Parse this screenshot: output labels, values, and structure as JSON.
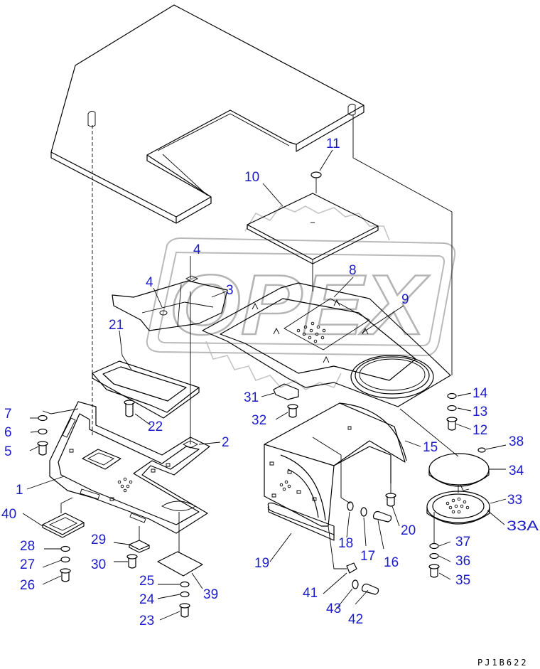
{
  "watermark": "OPEX",
  "drawing_code": "PJ1B622",
  "callouts": [
    {
      "id": "c1",
      "label": "1"
    },
    {
      "id": "c2",
      "label": "2"
    },
    {
      "id": "c3",
      "label": "3"
    },
    {
      "id": "c4a",
      "label": "4"
    },
    {
      "id": "c4b",
      "label": "4"
    },
    {
      "id": "c5",
      "label": "5"
    },
    {
      "id": "c6",
      "label": "6"
    },
    {
      "id": "c7",
      "label": "7"
    },
    {
      "id": "c8",
      "label": "8"
    },
    {
      "id": "c9",
      "label": "9"
    },
    {
      "id": "c10",
      "label": "10"
    },
    {
      "id": "c11",
      "label": "11"
    },
    {
      "id": "c12",
      "label": "12"
    },
    {
      "id": "c13",
      "label": "13"
    },
    {
      "id": "c14",
      "label": "14"
    },
    {
      "id": "c15",
      "label": "15"
    },
    {
      "id": "c16",
      "label": "16"
    },
    {
      "id": "c17",
      "label": "17"
    },
    {
      "id": "c18",
      "label": "18"
    },
    {
      "id": "c19",
      "label": "19"
    },
    {
      "id": "c20",
      "label": "20"
    },
    {
      "id": "c21",
      "label": "21"
    },
    {
      "id": "c22",
      "label": "22"
    },
    {
      "id": "c23",
      "label": "23"
    },
    {
      "id": "c24",
      "label": "24"
    },
    {
      "id": "c25",
      "label": "25"
    },
    {
      "id": "c26",
      "label": "26"
    },
    {
      "id": "c27",
      "label": "27"
    },
    {
      "id": "c28",
      "label": "28"
    },
    {
      "id": "c29",
      "label": "29"
    },
    {
      "id": "c30",
      "label": "30"
    },
    {
      "id": "c31",
      "label": "31"
    },
    {
      "id": "c32",
      "label": "32"
    },
    {
      "id": "c33",
      "label": "33"
    },
    {
      "id": "c33a",
      "label": "33A"
    },
    {
      "id": "c34",
      "label": "34"
    },
    {
      "id": "c35",
      "label": "35"
    },
    {
      "id": "c36",
      "label": "36"
    },
    {
      "id": "c37",
      "label": "37"
    },
    {
      "id": "c38",
      "label": "38"
    },
    {
      "id": "c39",
      "label": "39"
    },
    {
      "id": "c40",
      "label": "40"
    },
    {
      "id": "c41",
      "label": "41"
    },
    {
      "id": "c42",
      "label": "42"
    },
    {
      "id": "c43",
      "label": "43"
    }
  ]
}
